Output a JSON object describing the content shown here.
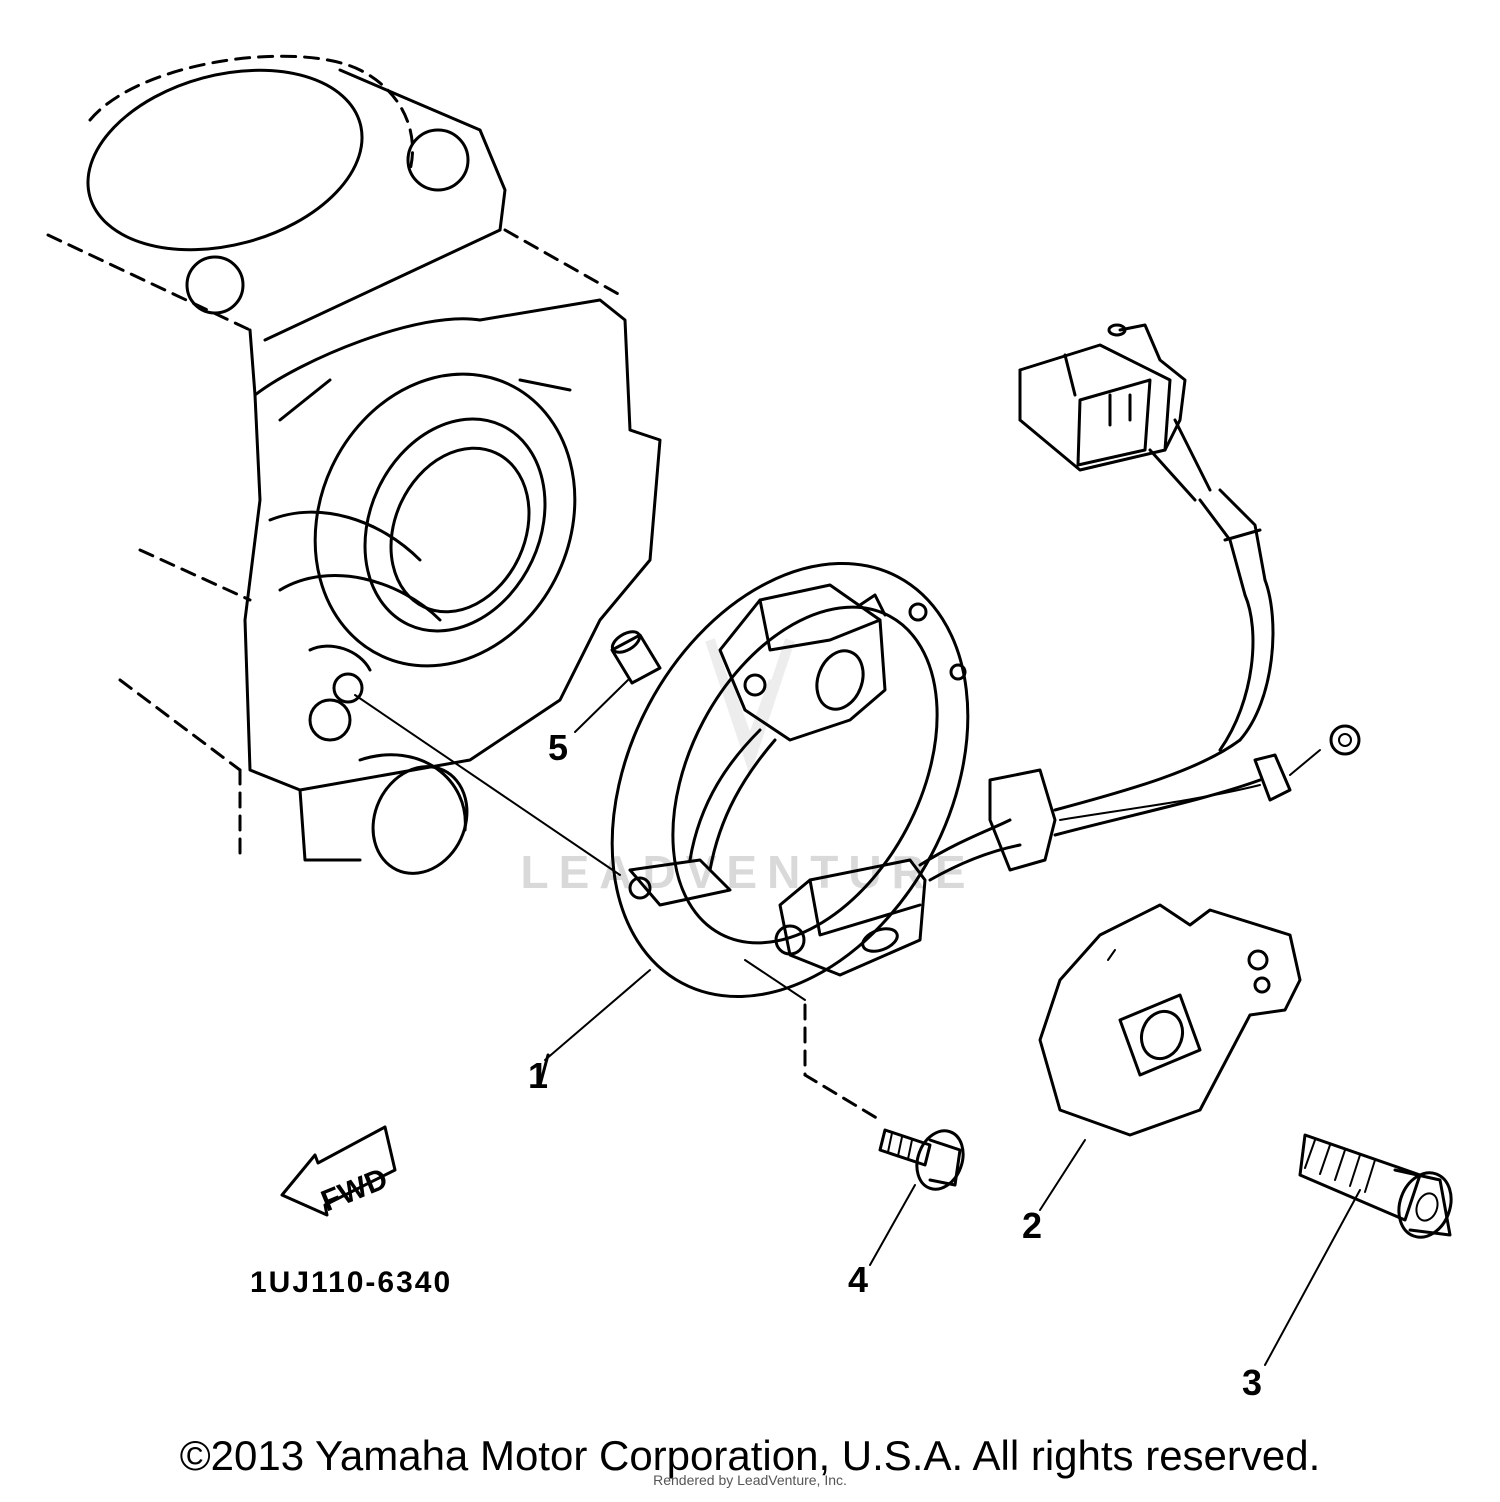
{
  "diagram": {
    "callouts": [
      "1",
      "2",
      "3",
      "4",
      "5"
    ],
    "part_number": "1UJ110-6340",
    "fwd_label": "FWD",
    "watermark": "LEADVENTURE"
  },
  "footer": {
    "copyright": "©2013 Yamaha Motor Corporation, U.S.A. All rights reserved.",
    "rendered_by": "Rendered by LeadVenture, Inc."
  }
}
